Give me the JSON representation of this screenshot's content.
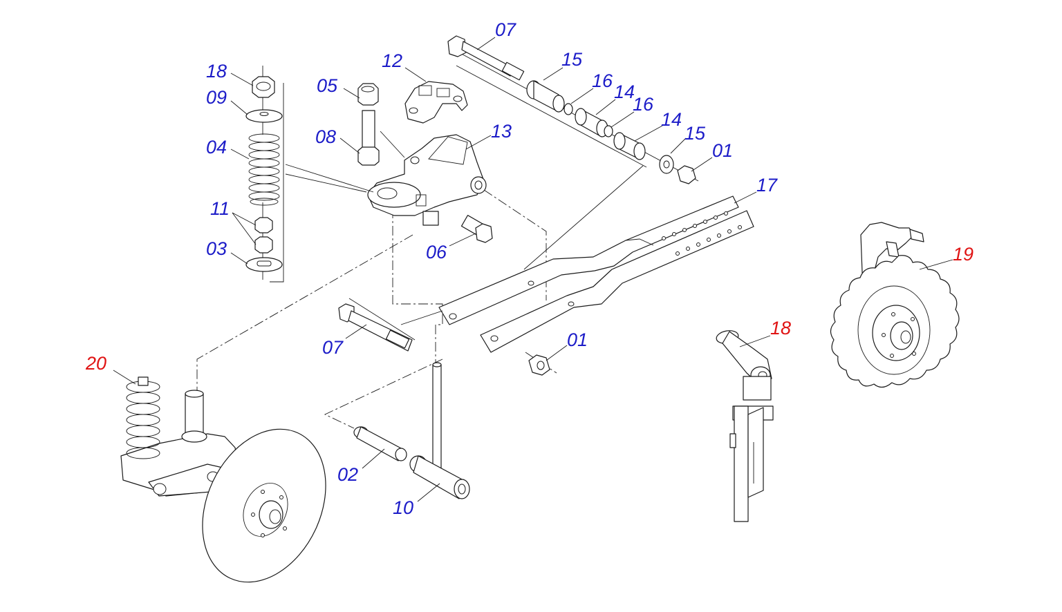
{
  "colors": {
    "standard": "#1c1cc8",
    "special": "#e01414",
    "line": "#1a1a1a"
  },
  "callouts": [
    {
      "id": "c-07-top",
      "text": "07",
      "color": "standard"
    },
    {
      "id": "c-15-a",
      "text": "15",
      "color": "standard"
    },
    {
      "id": "c-16-a",
      "text": "16",
      "color": "standard"
    },
    {
      "id": "c-14-a",
      "text": "14",
      "color": "standard"
    },
    {
      "id": "c-16-b",
      "text": "16",
      "color": "standard"
    },
    {
      "id": "c-14-b",
      "text": "14",
      "color": "standard"
    },
    {
      "id": "c-15-b",
      "text": "15",
      "color": "standard"
    },
    {
      "id": "c-01-top",
      "text": "01",
      "color": "standard"
    },
    {
      "id": "c-12",
      "text": "12",
      "color": "standard"
    },
    {
      "id": "c-13",
      "text": "13",
      "color": "standard"
    },
    {
      "id": "c-05",
      "text": "05",
      "color": "standard"
    },
    {
      "id": "c-08",
      "text": "08",
      "color": "standard"
    },
    {
      "id": "c-18-blue",
      "text": "18",
      "color": "standard"
    },
    {
      "id": "c-09",
      "text": "09",
      "color": "standard"
    },
    {
      "id": "c-04",
      "text": "04",
      "color": "standard"
    },
    {
      "id": "c-11",
      "text": "11",
      "color": "standard"
    },
    {
      "id": "c-03",
      "text": "03",
      "color": "standard"
    },
    {
      "id": "c-06",
      "text": "06",
      "color": "standard"
    },
    {
      "id": "c-17",
      "text": "17",
      "color": "standard"
    },
    {
      "id": "c-07-low",
      "text": "07",
      "color": "standard"
    },
    {
      "id": "c-01-low",
      "text": "01",
      "color": "standard"
    },
    {
      "id": "c-02",
      "text": "02",
      "color": "standard"
    },
    {
      "id": "c-10",
      "text": "10",
      "color": "standard"
    },
    {
      "id": "c-20",
      "text": "20",
      "color": "special"
    },
    {
      "id": "c-18-red",
      "text": "18",
      "color": "special"
    },
    {
      "id": "c-19",
      "text": "19",
      "color": "special"
    }
  ]
}
